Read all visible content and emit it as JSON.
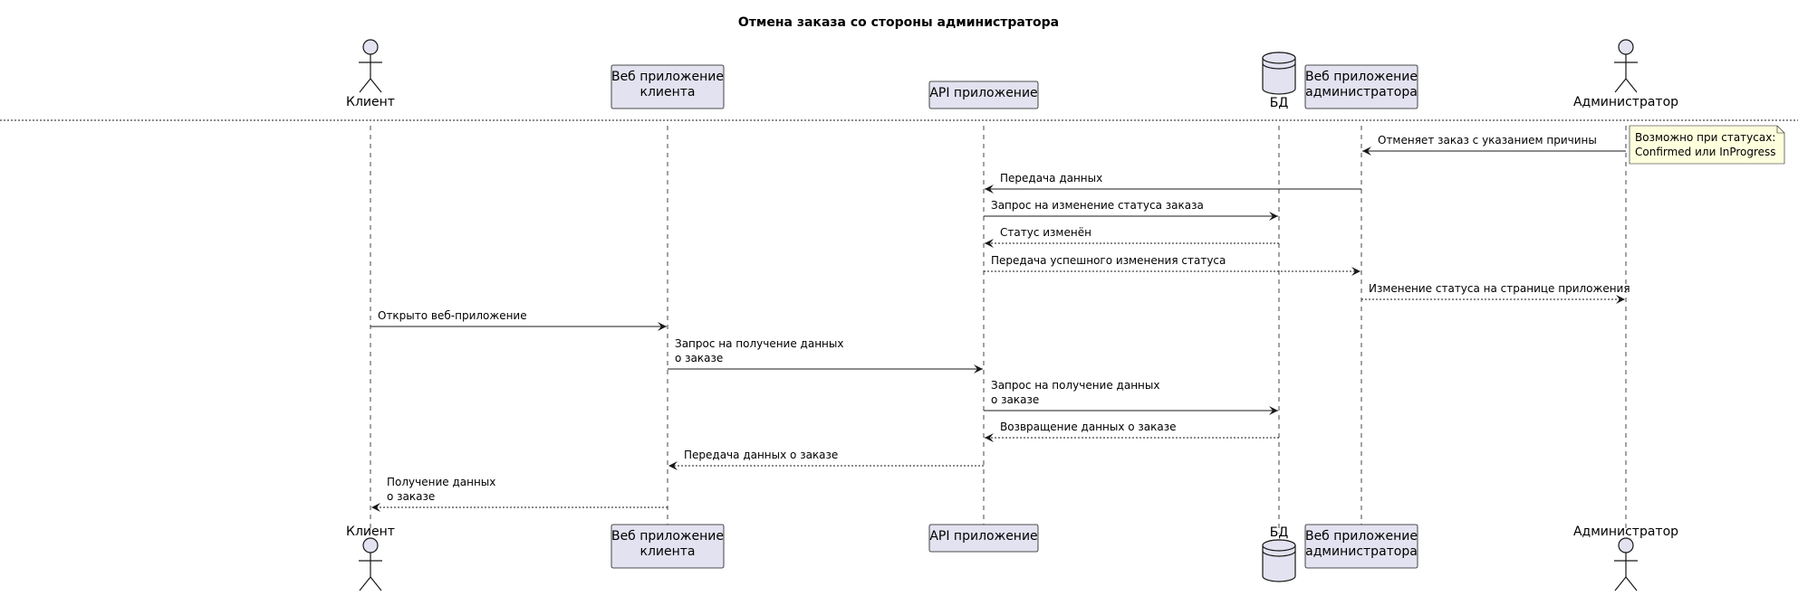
{
  "title": "Отмена заказа со стороны администратора",
  "participants": [
    {
      "id": "client",
      "kind": "actor",
      "label": [
        "Клиент"
      ]
    },
    {
      "id": "webclient",
      "kind": "box",
      "label": [
        "Веб приложение",
        "клиента"
      ]
    },
    {
      "id": "api",
      "kind": "box",
      "label": [
        "API приложение"
      ]
    },
    {
      "id": "db",
      "kind": "database",
      "label": [
        "БД"
      ]
    },
    {
      "id": "webadmin",
      "kind": "box",
      "label": [
        "Веб приложение",
        "администратора"
      ]
    },
    {
      "id": "admin",
      "kind": "actor",
      "label": [
        "Администратор"
      ]
    }
  ],
  "messages": [
    {
      "from": "admin",
      "to": "webadmin",
      "style": "solid",
      "lines": [
        "Отменяет заказ с указанием причины"
      ]
    },
    {
      "from": "webadmin",
      "to": "api",
      "style": "solid",
      "lines": [
        "Передача данных"
      ]
    },
    {
      "from": "api",
      "to": "db",
      "style": "solid",
      "lines": [
        "Запрос на изменение статуса заказа"
      ]
    },
    {
      "from": "db",
      "to": "api",
      "style": "dashed",
      "lines": [
        "Статус изменён"
      ]
    },
    {
      "from": "api",
      "to": "webadmin",
      "style": "dashed",
      "lines": [
        "Передача успешного изменения статуса"
      ]
    },
    {
      "from": "webadmin",
      "to": "admin",
      "style": "dashed",
      "lines": [
        "Изменение статуса на странице приложения"
      ]
    },
    {
      "from": "client",
      "to": "webclient",
      "style": "solid",
      "lines": [
        "Открыто веб-приложение"
      ]
    },
    {
      "from": "webclient",
      "to": "api",
      "style": "solid",
      "lines": [
        "Запрос на получение данных",
        "о заказе"
      ]
    },
    {
      "from": "api",
      "to": "db",
      "style": "solid",
      "lines": [
        "Запрос на получение данных",
        "о заказе"
      ]
    },
    {
      "from": "db",
      "to": "api",
      "style": "dashed",
      "lines": [
        "Возвращение данных о заказе"
      ]
    },
    {
      "from": "api",
      "to": "webclient",
      "style": "dashed",
      "lines": [
        "Передача данных о заказе"
      ]
    },
    {
      "from": "webclient",
      "to": "client",
      "style": "dashed",
      "lines": [
        "Получение данных",
        "о заказе"
      ]
    }
  ],
  "note": {
    "attached_to": "admin",
    "lines": [
      "Возможно при статусах:",
      "Confirmed или InProgress"
    ]
  },
  "colors": {
    "participant_fill": "#E2E2F0",
    "participant_border": "#181818",
    "note_fill": "#FEFFDD",
    "lifeline": "#181818"
  }
}
